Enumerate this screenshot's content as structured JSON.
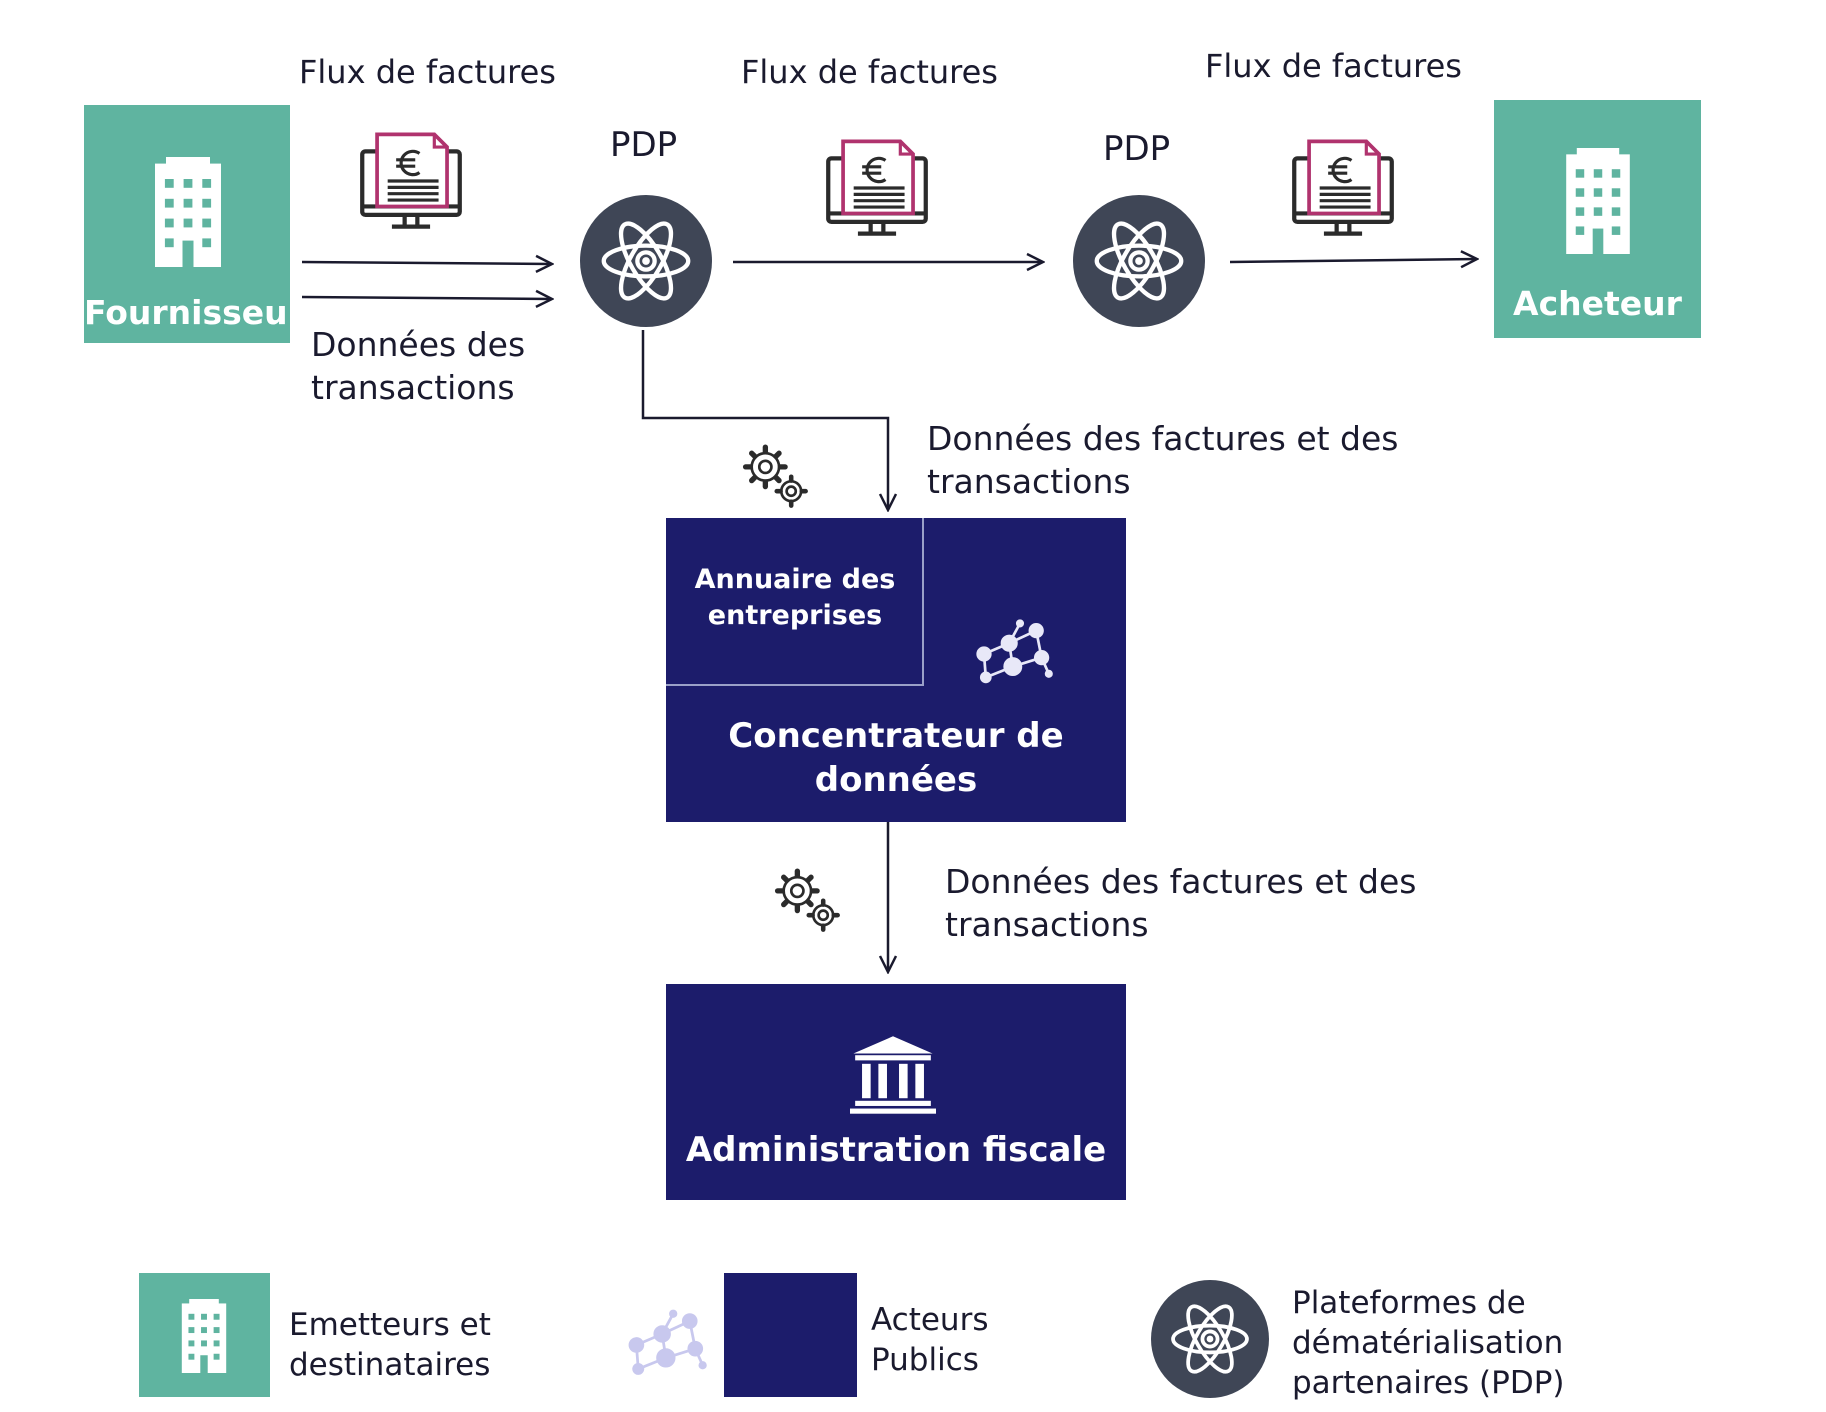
{
  "flows": {
    "invoice_flow_1": "Flux de factures",
    "invoice_flow_2": "Flux de factures",
    "invoice_flow_3": "Flux de factures",
    "transactions_data": [
      "Données des",
      "transactions"
    ],
    "invoice_and_transactions_1": [
      "Données des factures et des",
      "transactions"
    ],
    "invoice_and_transactions_2": [
      "Données des factures et des",
      "transactions"
    ]
  },
  "nodes": {
    "supplier": "Fournisseur",
    "buyer": "Acheteur",
    "pdp_1": "PDP",
    "pdp_2": "PDP",
    "directory": [
      "Annuaire des",
      "entreprises"
    ],
    "concentrator": [
      "Concentrateur de",
      "données"
    ],
    "tax_admin": "Administration fiscale"
  },
  "legend": {
    "issuers": [
      "Emetteurs et",
      "destinataires"
    ],
    "public_actors": [
      "Acteurs",
      "Publics"
    ],
    "pdp": [
      "Plateformes de",
      "dématérialisation",
      "partenaires (PDP)"
    ]
  },
  "colors": {
    "teal": "#5fb4a0",
    "navy": "#1c1c6b",
    "pdp_circle": "#3f4656",
    "invoice_accent": "#b0336e"
  },
  "icons": [
    "building-icon",
    "invoice-monitor-icon",
    "atom-icon",
    "gears-icon",
    "network-icon",
    "bank-icon"
  ]
}
